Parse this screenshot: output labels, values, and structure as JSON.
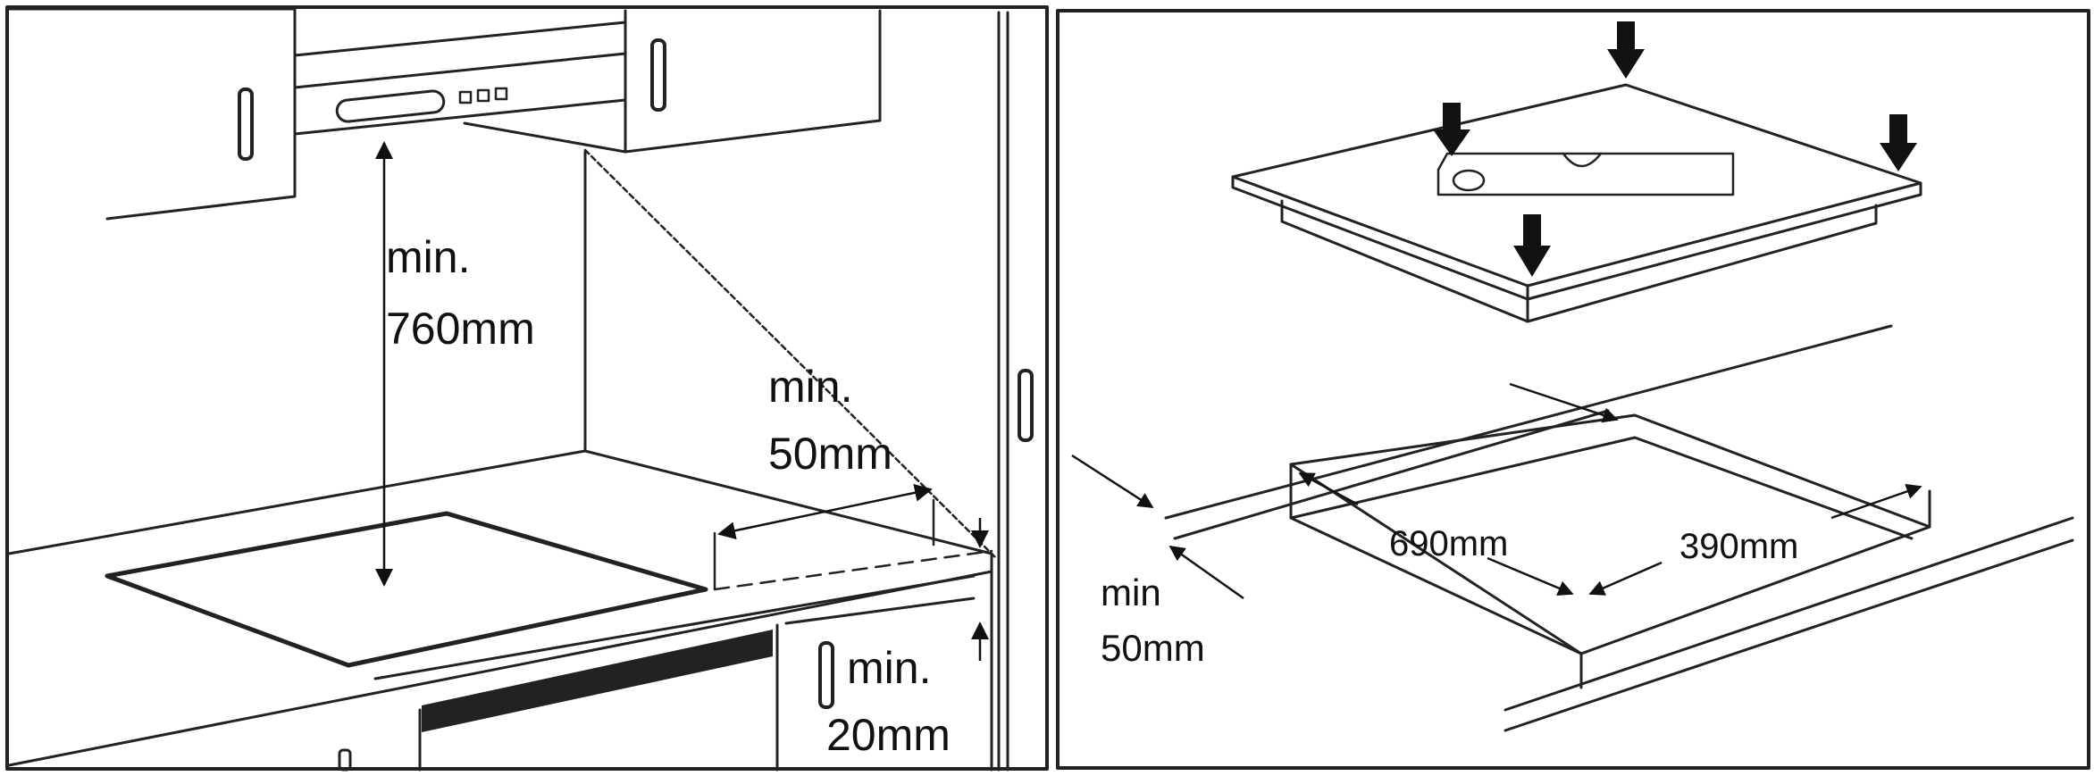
{
  "left_panel": {
    "labels": {
      "hood_clearance": [
        "min.",
        "760mm"
      ],
      "side_clearance": [
        "min.",
        "50mm"
      ],
      "below_clearance": [
        "min.",
        "20mm"
      ]
    }
  },
  "right_panel": {
    "labels": {
      "cutout_length": "690mm",
      "cutout_width": "390mm",
      "front_clearance": [
        "min",
        "50mm"
      ]
    }
  }
}
